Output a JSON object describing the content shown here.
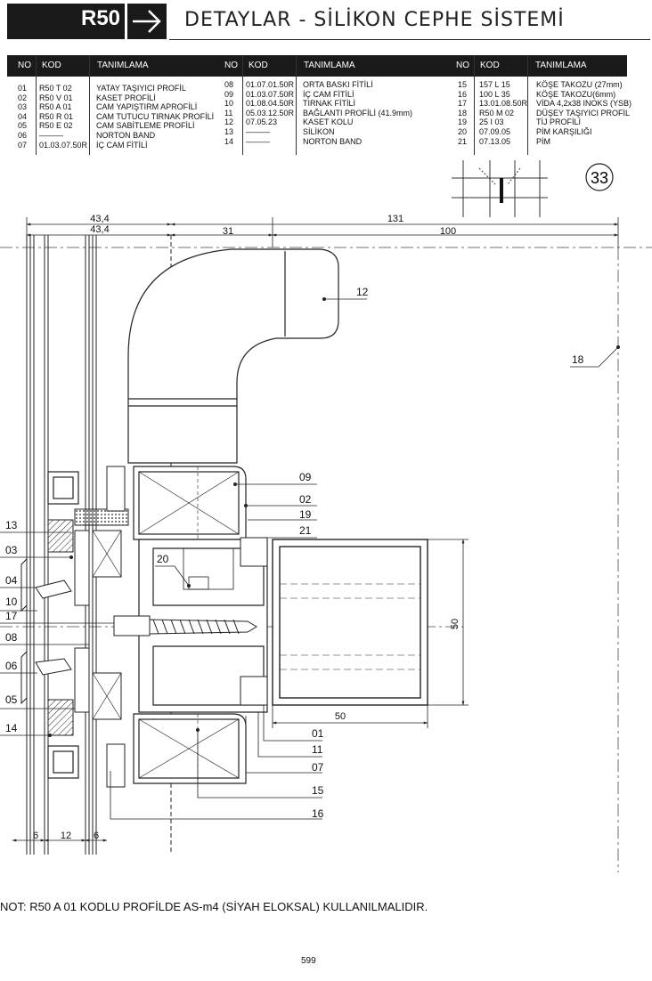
{
  "header": {
    "code": "R50",
    "title": "DETAYLAR - SİLİKON CEPHE SİSTEMİ",
    "arrow_icon": "right-arrow-icon"
  },
  "table": {
    "headers": [
      "NO",
      "KOD",
      "TANIMLAMA"
    ],
    "groups": [
      {
        "rows": [
          {
            "no": "01",
            "kod": "R50 T 02",
            "desc": "YATAY TAŞIYICI PROFİL"
          },
          {
            "no": "02",
            "kod": "R50 V 01",
            "desc": "KASET PROFİLİ"
          },
          {
            "no": "03",
            "kod": "R50 A 01",
            "desc": "CAM YAPIŞTIRM APROFİLİ"
          },
          {
            "no": "04",
            "kod": "R50 R 01",
            "desc": "CAM TUTUCU TIRNAK PROFİLİ"
          },
          {
            "no": "05",
            "kod": "R50 E 02",
            "desc": "CAM SABİTLEME PROFİLİ"
          },
          {
            "no": "06",
            "kod": "———",
            "desc": "NORTON BAND"
          },
          {
            "no": "07",
            "kod": "01.03.07.50R",
            "desc": "İÇ CAM FİTİLİ"
          }
        ]
      },
      {
        "rows": [
          {
            "no": "08",
            "kod": "01.07.01.50R",
            "desc": "ORTA BASKI FİTİLİ"
          },
          {
            "no": "09",
            "kod": "01.03.07.50R",
            "desc": "İÇ CAM FİTİLİ"
          },
          {
            "no": "10",
            "kod": "01.08.04.50R",
            "desc": "TIRNAK FİTİLİ"
          },
          {
            "no": "11",
            "kod": "05.03.12.50R",
            "desc": "BAĞLANTI PROFİLİ (41.9mm)"
          },
          {
            "no": "12",
            "kod": "07.05.23",
            "desc": "KASET KOLU"
          },
          {
            "no": "13",
            "kod": "———",
            "desc": "SİLİKON"
          },
          {
            "no": "14",
            "kod": "———",
            "desc": "NORTON BAND"
          }
        ]
      },
      {
        "rows": [
          {
            "no": "15",
            "kod": "157 L 15",
            "desc": "KÖŞE TAKOZU (27mm)"
          },
          {
            "no": "16",
            "kod": "100 L 35",
            "desc": "KÖŞE TAKOZU(6mm)"
          },
          {
            "no": "17",
            "kod": "13.01.08.50R",
            "desc": "VİDA 4,2x38 INOKS (YSB)"
          },
          {
            "no": "18",
            "kod": "R50 M 02",
            "desc": "DÜŞEY TAŞIYICI PROFİL"
          },
          {
            "no": "19",
            "kod": "25 I 03",
            "desc": "TİJ PROFİLİ"
          },
          {
            "no": "20",
            "kod": "07.09.05",
            "desc": "PİM KARŞILIĞI"
          },
          {
            "no": "21",
            "kod": "07.13.05",
            "desc": "PİM"
          }
        ]
      }
    ]
  },
  "detail_number": "33",
  "dimensions": {
    "d434a": "43,4",
    "d434b": "43,4",
    "d31": "31",
    "d131": "131",
    "d100": "100",
    "d50v": "50",
    "d50h": "50",
    "d6a": "6",
    "d12": "12",
    "d6b": "6"
  },
  "callouts": {
    "c12": "12",
    "c18": "18",
    "c09": "09",
    "c02": "02",
    "c19": "19",
    "c21": "21",
    "c20": "20",
    "c13": "13",
    "c03": "03",
    "c04": "04",
    "c10": "10",
    "c17": "17",
    "c08": "08",
    "c06": "06",
    "c05": "05",
    "c14": "14",
    "c01": "01",
    "c11": "11",
    "c07": "07",
    "c15": "15",
    "c16": "16"
  },
  "note": "NOT:  R50 A 01 KODLU PROFİLDE AS-m4 (SİYAH ELOKSAL) KULLANILMALIDIR.",
  "page_number": "599",
  "colors": {
    "header_bg": "#1a1a1a",
    "line": "#222222"
  }
}
